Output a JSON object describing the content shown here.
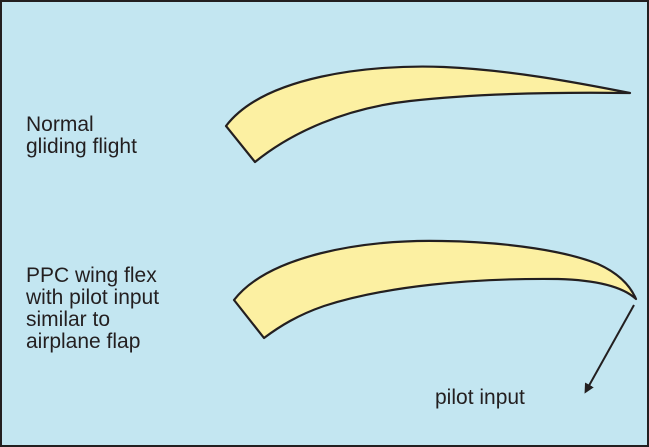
{
  "labels": {
    "normal": [
      "Normal",
      "gliding flight"
    ],
    "flex": [
      "PPC wing flex",
      "with pilot input",
      "similar to",
      "airplane flap"
    ],
    "pilot_input": "pilot input"
  },
  "colors": {
    "background": "#c3e6f1",
    "wing_fill": "#fcf0a2",
    "stroke": "#231f20"
  }
}
